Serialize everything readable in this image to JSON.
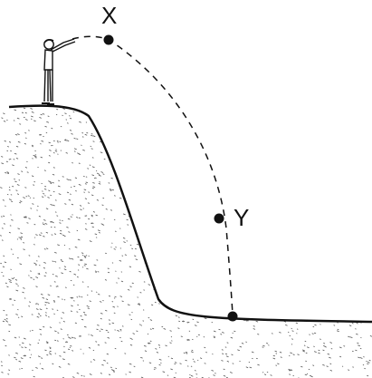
{
  "diagram": {
    "points": [
      {
        "id": "x",
        "label": "X"
      },
      {
        "id": "y",
        "label": "Y"
      }
    ],
    "colors": {
      "ink": "#111111",
      "ground_fill": "#ffffff",
      "stipple": "#555555"
    },
    "icons": {
      "person": "person-throwing-icon",
      "ground": "cliff-ground-shape",
      "path": "dashed-trajectory"
    }
  }
}
